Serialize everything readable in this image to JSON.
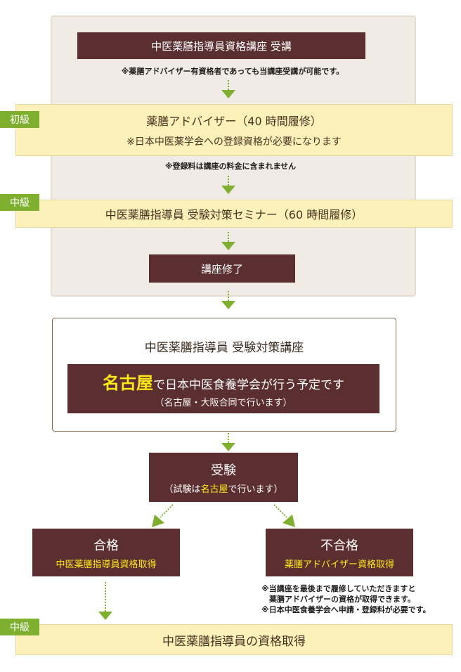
{
  "top_box": "中医薬膳指導員資格講座 受講",
  "top_note": "※薬膳アドバイザー有資格者であっても当講座受講が可能です。",
  "beginner": {
    "tag": "初級",
    "title": "薬膳アドバイザー（40 時間履修）",
    "sub": "※日本中医薬学会への登録資格が必要になります"
  },
  "fee_note": "※登録料は講座の料金に含まれません",
  "intermediate_seminar": {
    "tag": "中級",
    "title": "中医薬膳指導員 受験対策セミナー（60 時間履修）"
  },
  "completion": "講座修了",
  "exam_course": {
    "title": "中医薬膳指導員 受験対策講座",
    "highlight": "名古屋",
    "main_rest": "で日本中医食養学会が行う予定です",
    "sub": "（名古屋・大阪合同で行います）"
  },
  "exam": {
    "title": "受験",
    "sub_prefix": "（試験は",
    "sub_highlight": "名古屋",
    "sub_suffix": "で行います）"
  },
  "pass": {
    "title": "合格",
    "sub": "中医薬膳指導員資格取得"
  },
  "fail": {
    "title": "不合格",
    "sub": "薬膳アドバイザー資格取得"
  },
  "fail_notes": [
    "※当講座を最後まで履修していただきますと",
    "　薬膳アドバイザーの資格が取得できます。",
    "※日本中医食養学会へ申請・登録料が必要です。"
  ],
  "final": {
    "tag": "中級",
    "title": "中医薬膳指導員の資格取得"
  },
  "colors": {
    "dark_box": "#5b2e30",
    "yellow_box": "#fcf1b8",
    "tag_green": "#7eaf2f",
    "highlight_yellow": "#ffe81a",
    "panel_bg": "#f0ebe4"
  }
}
